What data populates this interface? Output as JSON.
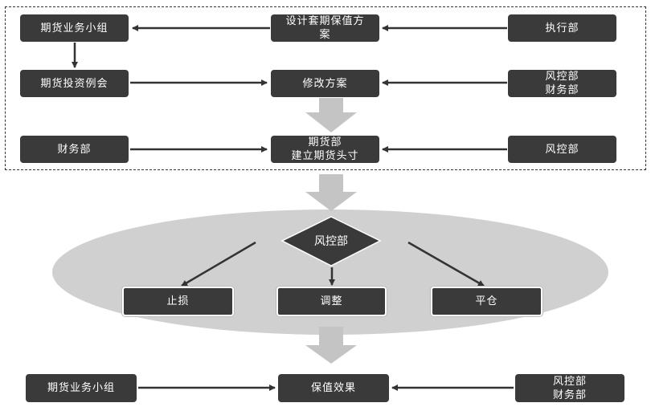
{
  "colors": {
    "box_fill": "#3a3a3a",
    "box_text": "#ffffff",
    "connector": "#333333",
    "flow_arrow": "#c4c4c4",
    "ellipse": "#d0d0d0"
  },
  "planning_stage": {
    "row1": {
      "left": "期货业务小组",
      "center": "设计套期保值方\n案",
      "right": "执行部"
    },
    "row2": {
      "left": "期货投资例会",
      "center": "修改方案",
      "right": "风控部\n财务部"
    },
    "row3": {
      "left": "财务部",
      "center": "期货部\n建立期货头寸",
      "right": "风控部"
    }
  },
  "risk_control_stage": {
    "decision": "风控部",
    "options": [
      "止损",
      "调整",
      "平仓"
    ]
  },
  "result_stage": {
    "left": "期货业务小组",
    "center": "保值效果",
    "right": "风控部\n财务部"
  }
}
